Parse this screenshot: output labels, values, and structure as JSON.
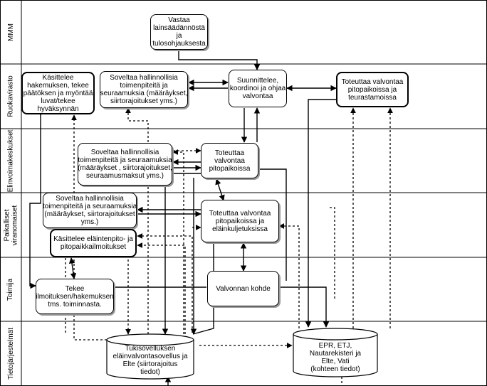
{
  "lanes": [
    {
      "label": "MMM"
    },
    {
      "label": "Ruokavirasto"
    },
    {
      "label": "Elinvoimakeskukset"
    },
    {
      "label": "Paikalliset\nviranomaiset"
    },
    {
      "label": "Toimija"
    },
    {
      "label": "Tietojärjestelmät"
    }
  ],
  "nodes": {
    "vastaa": "Vastaa\nlainsäädännöstä\nja\ntulosohjauksesta",
    "kasittelee_hakemuksen": "Käsittelee\nhakemuksen, tekee\npäätöksen ja myöntää\nluvat/tekee\nhyväksynnän",
    "soveltaa_rv": "Soveltaa hallinnollisia\ntoimenpiteitä ja\nseuraamuksia (määräykset,\nsiirtorajoitukset yms.)",
    "suunnittelee": "Suunnittelee,\nkoordinoi ja ohjaa\nvalvontaa",
    "toteuttaa_rv": "Toteuttaa valvontaa\npitopaikoissa ja\nteurastamoissa",
    "soveltaa_elv": "Soveltaa hallinnollisia\ntoimenpiteitä ja seuraamuksia\n(määräykset , siirtorajoitukset,\nseuraamusmaksut yms.)",
    "toteuttaa_elv": "Toteuttaa\nvalvontaa\npitopaikoissa",
    "soveltaa_pv": "Soveltaa hallinnollisia\ntoimenpiteitä ja seuraamuksia\n(määräykset, siirtorajoitukset\nyms.)",
    "toteuttaa_pv": "Toteuttaa valvontaa\npitopaikoissa ja\neläinkuljetuksissa",
    "kasittelee_ilmoitukset": "Käsittelee eläintenpito- ja\npitopaikkailmoitukset",
    "tekee": "Tekee\nilmoituksen/hakemuksen\ntms. toiminnasta.",
    "kohde": "Valvonnan kohde",
    "tukisovellukset": "Tukisovelluksen\neläinvalvontasovellus ja\nElte (siirtorajoitus\ntiedot)",
    "epr": "EPR, ETJ,\nNautarekisteri ja\nElte, Vati\n(kohteen tiedot)"
  }
}
